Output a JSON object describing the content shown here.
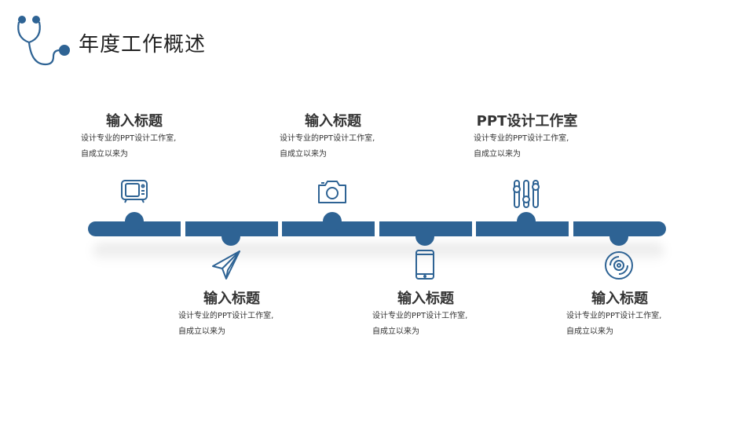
{
  "header": {
    "title": "年度工作概述"
  },
  "theme": {
    "accent": "#2e6394",
    "text": "#333333"
  },
  "nodes": [
    {
      "title": "输入标题",
      "line1": "设计专业的PPT设计工作室,",
      "line2": "自成立以来为",
      "icon": "tv-icon"
    },
    {
      "title": "输入标题",
      "line1": "设计专业的PPT设计工作室,",
      "line2": "自成立以来为",
      "icon": "paper-plane-icon"
    },
    {
      "title": "输入标题",
      "line1": "设计专业的PPT设计工作室,",
      "line2": "自成立以来为",
      "icon": "camera-icon"
    },
    {
      "title": "输入标题",
      "line1": "设计专业的PPT设计工作室,",
      "line2": "自成立以来为",
      "icon": "tablet-icon"
    },
    {
      "title": "PPT设计工作室",
      "line1": "设计专业的PPT设计工作室,",
      "line2": "自成立以来为",
      "icon": "sliders-icon"
    },
    {
      "title": "输入标题",
      "line1": "设计专业的PPT设计工作室,",
      "line2": "自成立以来为",
      "icon": "disc-icon"
    }
  ]
}
